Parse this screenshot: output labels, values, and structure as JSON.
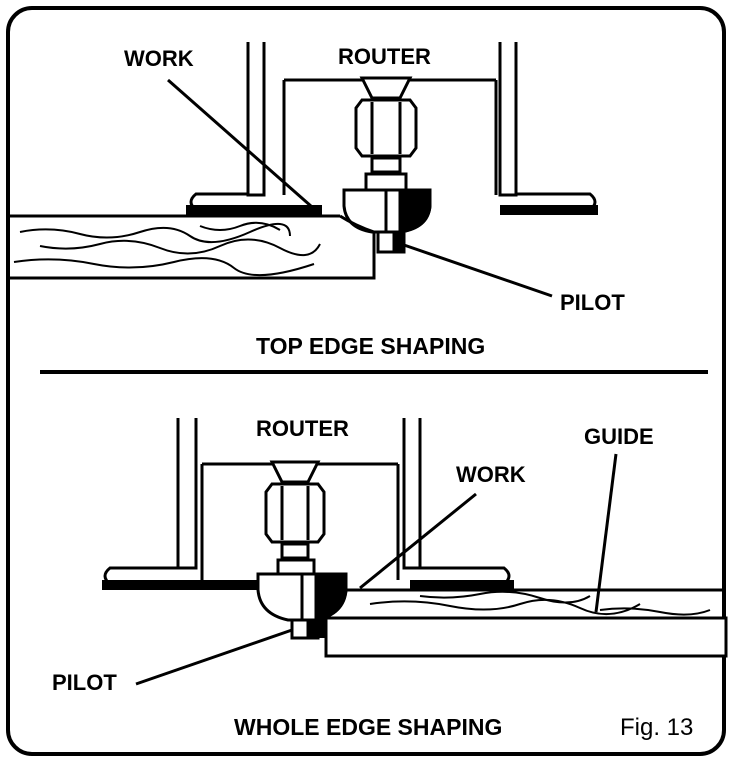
{
  "top_panel": {
    "labels": {
      "work": "WORK",
      "router": "ROUTER",
      "pilot": "PILOT"
    },
    "caption": "TOP EDGE SHAPING"
  },
  "bottom_panel": {
    "labels": {
      "router": "ROUTER",
      "guide": "GUIDE",
      "work": "WORK",
      "pilot": "PILOT"
    },
    "caption": "WHOLE EDGE SHAPING"
  },
  "figure_number": "Fig. 13",
  "colors": {
    "line": "#000000",
    "background": "#ffffff"
  }
}
